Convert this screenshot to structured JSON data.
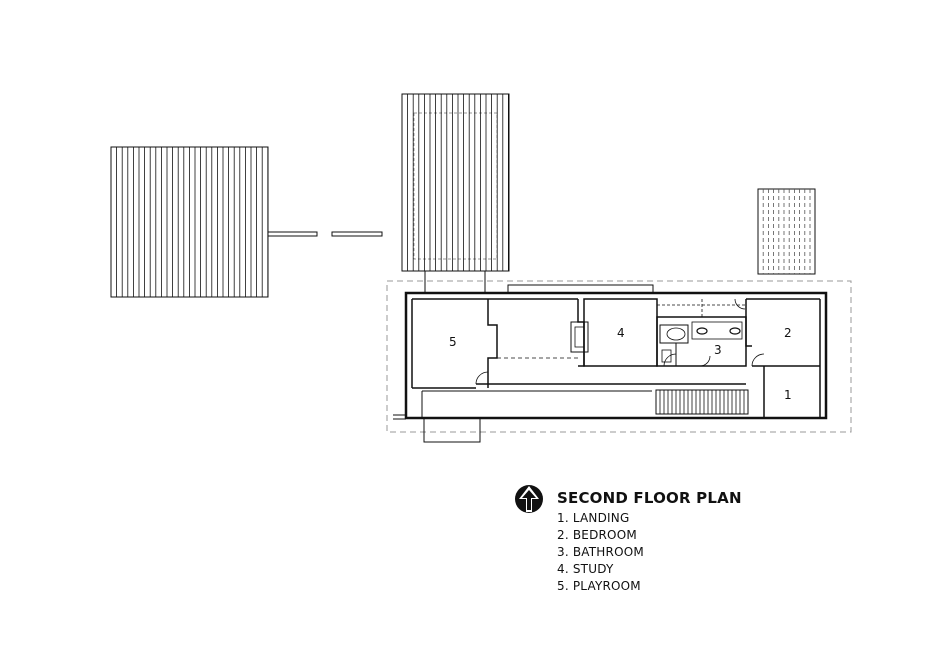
{
  "plan": {
    "title": "SECOND FLOOR PLAN",
    "rooms": [
      {
        "number": "1",
        "label": "1. LANDING"
      },
      {
        "number": "2",
        "label": "2. BEDROOM"
      },
      {
        "number": "3",
        "label": "3. BATHROOM"
      },
      {
        "number": "4",
        "label": "4. STUDY"
      },
      {
        "number": "5",
        "label": "5. PLAYROOM"
      }
    ],
    "north_icon": "north-arrow-icon"
  },
  "colors": {
    "line": "#111111",
    "dashed": "#9a9a9a",
    "background": "#ffffff"
  }
}
